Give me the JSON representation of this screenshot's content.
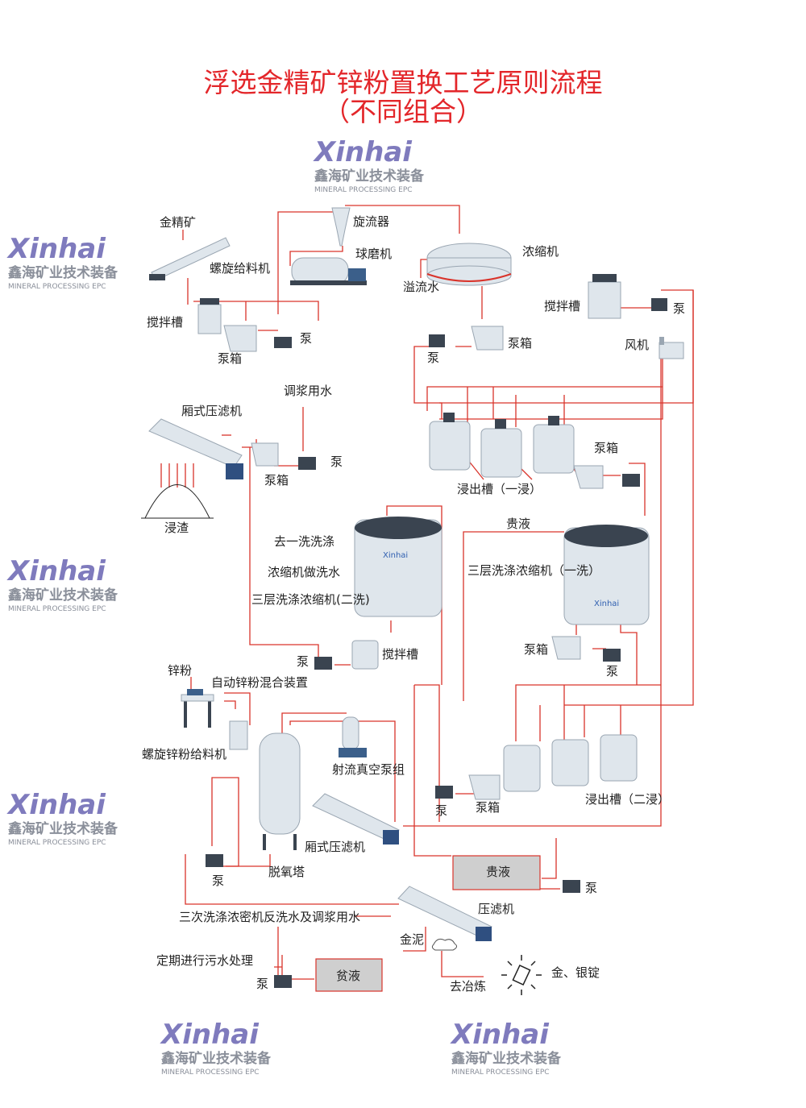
{
  "title": {
    "line1": "浮选金精矿锌粉置换工艺原则流程",
    "line2": "（不同组合）"
  },
  "watermark": {
    "brand": "Xinhai",
    "cn": "鑫海矿业技术装备",
    "en": "MINERAL PROCESSING EPC"
  },
  "labels": {
    "gold_concentrate": "金精矿",
    "screw_feeder": "螺旋给料机",
    "cyclone": "旋流器",
    "ball_mill": "球磨机",
    "thickener": "浓缩机",
    "overflow_water": "溢流水",
    "agitator_1": "搅拌槽",
    "pump_box_1": "泵箱",
    "pump_1": "泵",
    "agitator_2": "搅拌槽",
    "pump_2": "泵",
    "pump_box_2": "泵箱",
    "pump_3": "泵",
    "blower": "风机",
    "slurry_water": "调浆用水",
    "chamber_filter_1": "厢式压滤机",
    "pump_4": "泵",
    "pump_box_3": "泵箱",
    "leach_residue": "浸渣",
    "leach_tank_1": "浸出槽（一浸）",
    "pump_box_4": "泵箱",
    "pregnant_1": "贵液",
    "to_first_wash": "去一洗洗涤",
    "thickener_wash_water": "浓缩机做洗水",
    "ccd_2": "三层洗涤浓缩机(二洗)",
    "ccd_1": "三层洗涤浓缩机（一洗）",
    "pump_5": "泵",
    "agitator_3": "搅拌槽",
    "pump_box_5": "泵箱",
    "pump_6": "泵",
    "zinc_powder": "锌粉",
    "zinc_mixer": "自动锌粉混合装置",
    "zinc_feeder": "螺旋锌粉给料机",
    "jet_vacuum": "射流真空泵组",
    "leach_tank_2": "浸出槽（二浸）",
    "pump_7": "泵",
    "pump_box_6": "泵箱",
    "chamber_filter_2": "厢式压滤机",
    "pregnant_box": "贵液",
    "pump_8": "泵",
    "deaeration_tower": "脱氧塔",
    "pump_9": "泵",
    "backwash_water": "三次洗涤浓密机反洗水及调浆用水",
    "filter_press": "压滤机",
    "gold_mud": "金泥",
    "sewage": "定期进行污水处理",
    "pump_10": "泵",
    "barren_box": "贫液",
    "to_smelting": "去冶炼",
    "ingots": "金、银锭"
  }
}
